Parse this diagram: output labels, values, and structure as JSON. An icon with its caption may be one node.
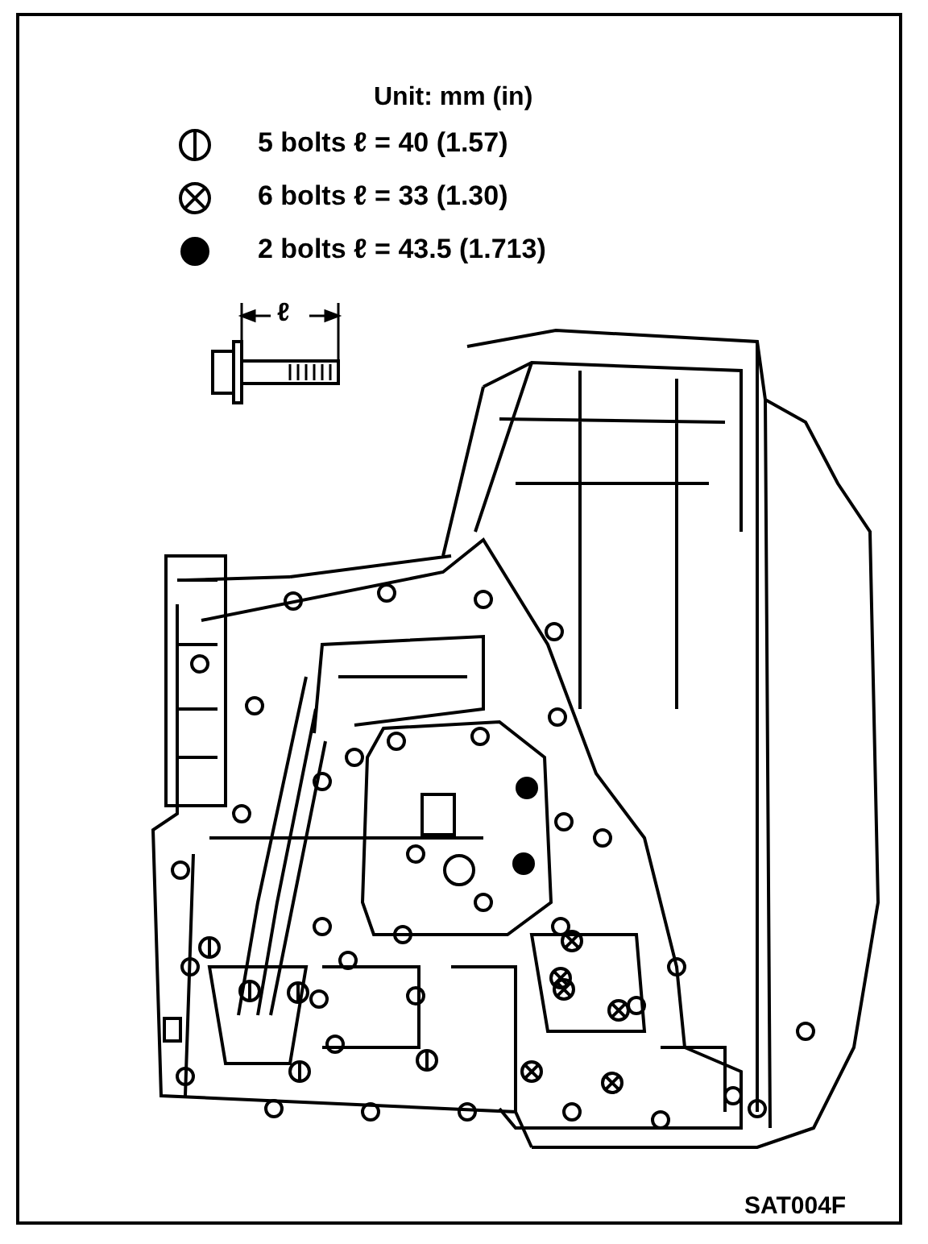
{
  "diagram": {
    "labels": [
      "Unit: mm (in)",
      "ℓ",
      "SAT004F"
    ],
    "legend": [
      {
        "text": "5 bolts ℓ = 40 (1.57)"
      },
      {
        "text": "6 bolts ℓ = 33 (1.30)"
      },
      {
        "text": "2 bolts ℓ = 43.5 (1.713)"
      }
    ]
  }
}
